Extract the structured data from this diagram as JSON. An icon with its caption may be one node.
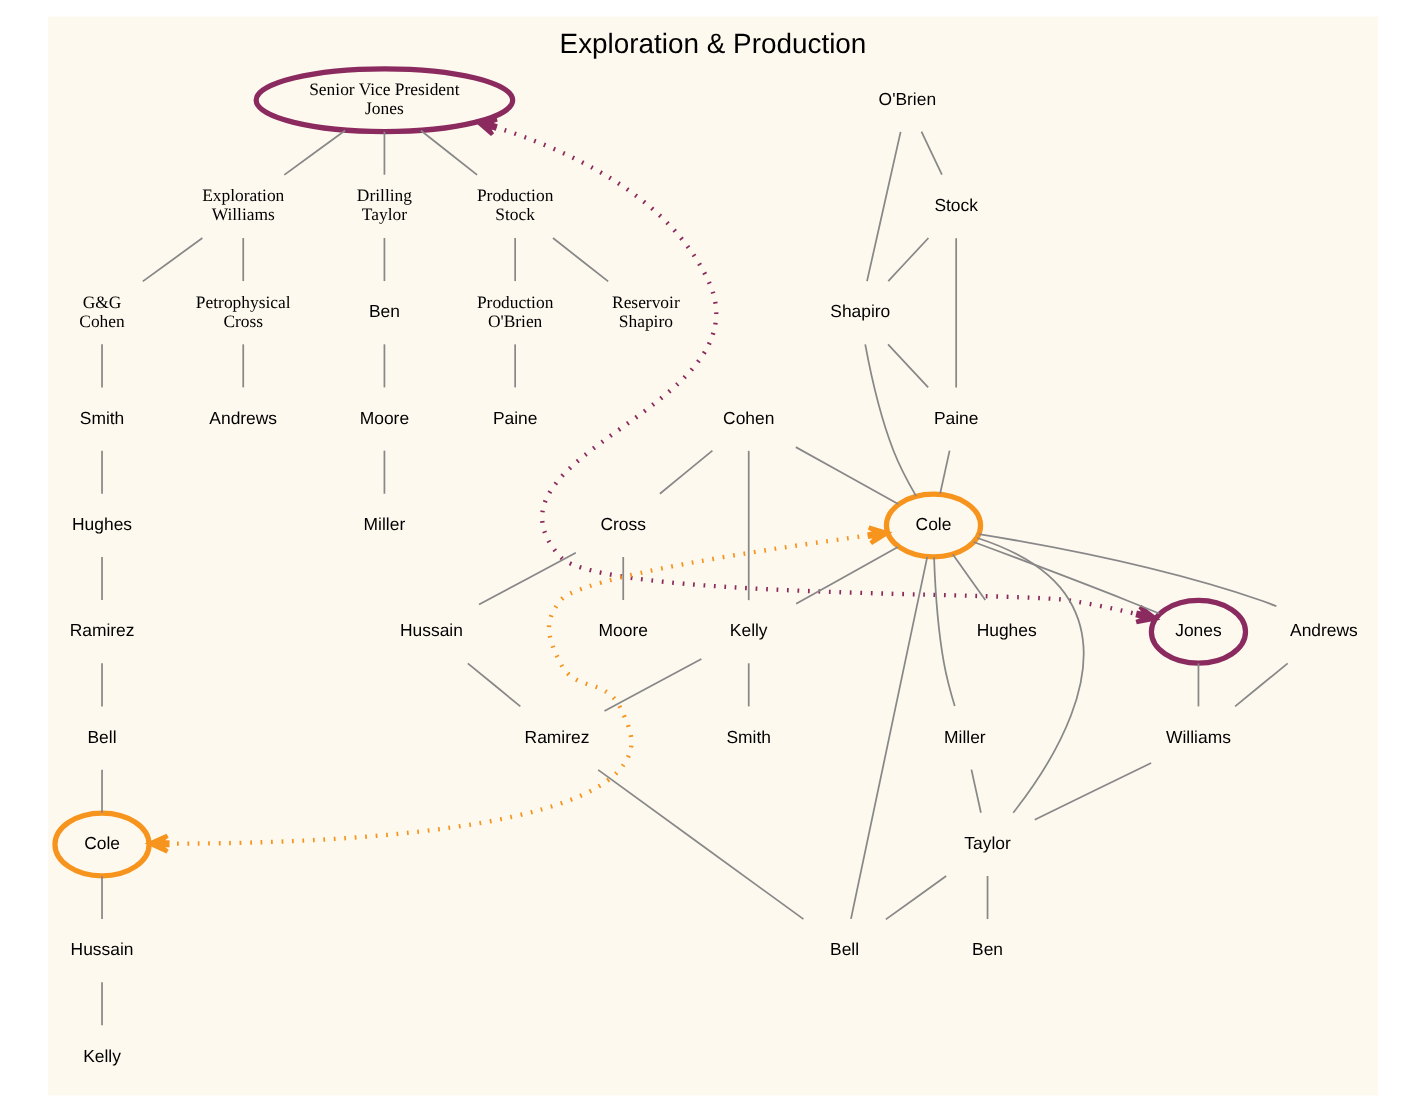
{
  "diagram": {
    "title": "Exploration & Production",
    "nodes": [
      {
        "text": [
          "Senior Vice President",
          "Jones"
        ]
      },
      {
        "text": [
          "Exploration",
          "Williams"
        ]
      },
      {
        "text": [
          "Drilling",
          "Taylor"
        ]
      },
      {
        "text": [
          "Production",
          "Stock"
        ]
      },
      {
        "text": [
          "G&G",
          "Cohen"
        ]
      },
      {
        "text": [
          "Petrophysical",
          "Cross"
        ]
      },
      {
        "text": [
          "Production",
          "O'Brien"
        ]
      },
      {
        "text": [
          "Reservoir",
          "Shapiro"
        ]
      },
      {
        "text": [
          "Smith"
        ]
      },
      {
        "text": [
          "Andrews"
        ]
      },
      {
        "text": [
          "Ben"
        ]
      },
      {
        "text": [
          "Moore"
        ]
      },
      {
        "text": [
          "Miller"
        ]
      },
      {
        "text": [
          "Paine"
        ]
      },
      {
        "text": [
          "Hughes"
        ]
      },
      {
        "text": [
          "Ramirez"
        ]
      },
      {
        "text": [
          "Bell"
        ]
      },
      {
        "text": [
          "Cole"
        ]
      },
      {
        "text": [
          "Hussain"
        ]
      },
      {
        "text": [
          "Kelly"
        ]
      },
      {
        "text": [
          "O'Brien"
        ]
      },
      {
        "text": [
          "Stock"
        ]
      },
      {
        "text": [
          "Shapiro"
        ]
      },
      {
        "text": [
          "Paine"
        ]
      },
      {
        "text": [
          "Cohen"
        ]
      },
      {
        "text": [
          "Cole"
        ]
      },
      {
        "text": [
          "Jones"
        ]
      },
      {
        "text": [
          "Kelly"
        ]
      },
      {
        "text": [
          "Smith"
        ]
      },
      {
        "text": [
          "Andrews"
        ]
      },
      {
        "text": [
          "Hughes"
        ]
      },
      {
        "text": [
          "Miller"
        ]
      },
      {
        "text": [
          "Williams"
        ]
      },
      {
        "text": [
          "Cross"
        ]
      },
      {
        "text": [
          "Hussain"
        ]
      },
      {
        "text": [
          "Taylor"
        ]
      },
      {
        "text": [
          "Moore"
        ]
      },
      {
        "text": [
          "Ramirez"
        ]
      },
      {
        "text": [
          "Bell"
        ]
      },
      {
        "text": [
          "Ben"
        ]
      }
    ],
    "edges": [
      {
        "from": 0,
        "to": 1,
        "arrow": "none"
      },
      {
        "from": 0,
        "to": 2,
        "arrow": "none"
      },
      {
        "from": 0,
        "to": 3,
        "arrow": "none"
      },
      {
        "from": 1,
        "to": 4,
        "arrow": "none"
      },
      {
        "from": 1,
        "to": 5,
        "arrow": "none"
      },
      {
        "from": 3,
        "to": 6,
        "arrow": "none"
      },
      {
        "from": 3,
        "to": 7,
        "arrow": "none"
      },
      {
        "from": 4,
        "to": 8,
        "arrow": "none"
      },
      {
        "from": 8,
        "to": 14,
        "arrow": "none"
      },
      {
        "from": 14,
        "to": 15,
        "arrow": "none"
      },
      {
        "from": 15,
        "to": 16,
        "arrow": "none"
      },
      {
        "from": 16,
        "to": 17,
        "arrow": "none"
      },
      {
        "from": 17,
        "to": 18,
        "arrow": "none"
      },
      {
        "from": 18,
        "to": 19,
        "arrow": "none"
      },
      {
        "from": 5,
        "to": 9,
        "arrow": "none"
      },
      {
        "from": 2,
        "to": 10,
        "arrow": "none"
      },
      {
        "from": 10,
        "to": 11,
        "arrow": "none"
      },
      {
        "from": 11,
        "to": 12,
        "arrow": "none"
      },
      {
        "from": 6,
        "to": 13,
        "arrow": "none"
      },
      {
        "from": 20,
        "to": 21,
        "arrow": "none"
      },
      {
        "from": 20,
        "to": 22,
        "arrow": "none"
      },
      {
        "from": 21,
        "to": 22,
        "arrow": "none"
      },
      {
        "from": 21,
        "to": 23,
        "arrow": "none"
      },
      {
        "from": 22,
        "to": 23,
        "arrow": "none"
      },
      {
        "from": 22,
        "to": 25,
        "arrow": "none"
      },
      {
        "from": 23,
        "to": 25,
        "arrow": "none"
      },
      {
        "from": 24,
        "to": 25,
        "arrow": "none"
      },
      {
        "from": 25,
        "to": 26,
        "arrow": "none"
      },
      {
        "from": 24,
        "to": 27,
        "arrow": "none"
      },
      {
        "from": 24,
        "to": 33,
        "arrow": "none"
      },
      {
        "from": 25,
        "to": 27,
        "arrow": "none"
      },
      {
        "from": 27,
        "to": 28,
        "arrow": "none"
      },
      {
        "from": 27,
        "to": 37,
        "arrow": "none"
      },
      {
        "from": 25,
        "to": 30,
        "arrow": "none"
      },
      {
        "from": 25,
        "to": 38,
        "arrow": "none"
      },
      {
        "from": 25,
        "to": 35,
        "arrow": "none"
      },
      {
        "from": 25,
        "to": 31,
        "arrow": "none"
      },
      {
        "from": 25,
        "to": 29,
        "arrow": "none"
      },
      {
        "from": 29,
        "to": 32,
        "arrow": "none"
      },
      {
        "from": 26,
        "to": 32,
        "arrow": "none"
      },
      {
        "from": 31,
        "to": 35,
        "arrow": "none"
      },
      {
        "from": 32,
        "to": 35,
        "arrow": "none"
      },
      {
        "from": 33,
        "to": 34,
        "arrow": "none"
      },
      {
        "from": 33,
        "to": 36,
        "arrow": "none"
      },
      {
        "from": 34,
        "to": 37,
        "arrow": "none"
      },
      {
        "from": 37,
        "to": 38,
        "arrow": "none"
      },
      {
        "from": 35,
        "to": 38,
        "arrow": "none"
      },
      {
        "from": 35,
        "to": 39,
        "arrow": "none"
      },
      {
        "from": 0,
        "to": 26,
        "arrow": "both",
        "style": "dashed",
        "color": "#8b2a5e"
      },
      {
        "from": 25,
        "to": 17,
        "arrow": "both",
        "style": "dashed",
        "color": "#f7941d"
      }
    ]
  }
}
